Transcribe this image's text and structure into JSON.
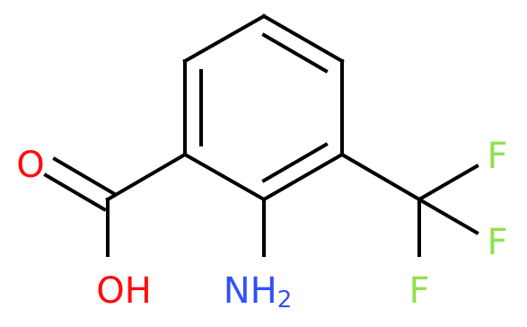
{
  "molecule": {
    "atoms": {
      "carbonyl_oxygen": {
        "label": "O",
        "color": "#ff0d0d"
      },
      "hydroxyl": {
        "label": "OH",
        "color": "#ff0d0d"
      },
      "amine": {
        "label": "NH",
        "subscript": "2",
        "color": "#3050f8"
      },
      "fluorine_top": {
        "label": "F",
        "color": "#90e050"
      },
      "fluorine_middle": {
        "label": "F",
        "color": "#90e050"
      },
      "fluorine_bottom": {
        "label": "F",
        "color": "#90e050"
      }
    },
    "colors": {
      "bond": "#000000",
      "oxygen": "#ff0d0d",
      "nitrogen": "#3050f8",
      "fluorine": "#90e050"
    }
  }
}
